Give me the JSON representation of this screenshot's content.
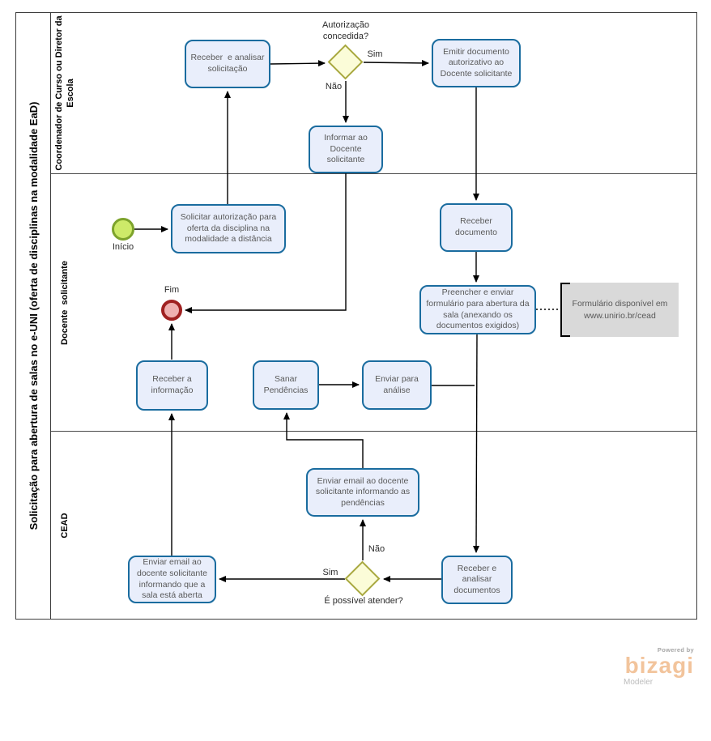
{
  "diagram_title": "Solicitação para abertura de salas no e-UNI (oferta de disciplinas na modalidade EaD)",
  "lanes": [
    {
      "label": "Coordenador de Curso ou Diretor da Escola"
    },
    {
      "label": "Docente  solicitante"
    },
    {
      "label": "CEAD"
    }
  ],
  "events": {
    "start": {
      "label": "Início"
    },
    "end": {
      "label": "Fim"
    }
  },
  "tasks": [
    {
      "id": "receber-analisar-solicitacao",
      "label": "Receber  e analisar solicitação"
    },
    {
      "id": "emitir-documento-autorizativo",
      "label": "Emitir documento autorizativo ao Docente solicitante"
    },
    {
      "id": "informar-docente-solicitante",
      "label": "Informar ao Docente solicitante"
    },
    {
      "id": "solicitar-autorizacao",
      "label": "Solicitar autorização para oferta da disciplina na modalidade a distância"
    },
    {
      "id": "receber-documento",
      "label": "Receber documento"
    },
    {
      "id": "preencher-enviar-formulario",
      "label": "Preencher e enviar formulário para abertura da sala (anexando os documentos exigidos)"
    },
    {
      "id": "receber-informacao",
      "label": "Receber a informação"
    },
    {
      "id": "sanar-pendencias",
      "label": "Sanar Pendências"
    },
    {
      "id": "enviar-para-analise",
      "label": "Enviar para análise"
    },
    {
      "id": "enviar-email-pendencias",
      "label": "Enviar email ao docente solicitante informando as pendências"
    },
    {
      "id": "enviar-email-sala-aberta",
      "label": "Enviar email ao docente solicitante informando que a sala está aberta"
    },
    {
      "id": "receber-analisar-documentos",
      "label": "Receber e analisar documentos"
    }
  ],
  "gateways": [
    {
      "id": "autorizacao-concedida",
      "label": "Autorização concedida?"
    },
    {
      "id": "possivel-atender",
      "label": "É possível atender?"
    }
  ],
  "edge_labels": [
    {
      "id": "sim-autorizacao",
      "label": "Sim"
    },
    {
      "id": "nao-autorizacao",
      "label": "Não"
    },
    {
      "id": "nao-atender",
      "label": "Não"
    },
    {
      "id": "sim-atender",
      "label": "Sim"
    }
  ],
  "annotation": {
    "text": "Formulário disponível em www.unirio.br/cead"
  },
  "branding": {
    "powered_by": "Powered by",
    "brand": "bizagi",
    "product": "Modeler"
  },
  "colors": {
    "task_fill": "#e9eefb",
    "task_border": "#1a6c9f",
    "gateway_fill": "#fbfcd8",
    "gateway_border": "#a8a83f",
    "start_fill": "#cdea69",
    "start_border": "#7da32c",
    "end_fill": "#efb0b0",
    "end_border": "#a02121",
    "annotation_fill": "#d9d9d9",
    "brand_color": "#f2c49c"
  }
}
